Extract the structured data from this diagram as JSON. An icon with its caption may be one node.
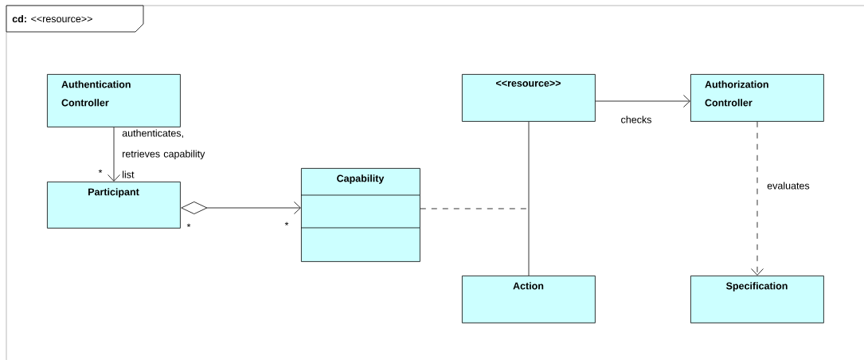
{
  "diagram": {
    "title": "**cd:** <<resource>>",
    "nodes": [
      {
        "text": [
          "Authentication Controller"
        ]
      },
      {
        "text": [
          "Participant"
        ]
      },
      {
        "text": [
          "Capability"
        ]
      },
      {
        "text": [
          "<<resource>>"
        ]
      },
      {
        "text": [
          "Authorization Controller"
        ]
      },
      {
        "text": [
          "Action"
        ]
      },
      {
        "text": [
          "Specification"
        ]
      }
    ],
    "edges": [
      {
        "from": 0,
        "to": 1,
        "arrow": "to",
        "label": "authenticates, retrieves capability list"
      },
      {
        "from": 1,
        "to": 2,
        "arrow": "to"
      },
      {
        "from": 3,
        "to": 4,
        "arrow": "to",
        "label": "checks"
      },
      {
        "from": 3,
        "to": 5,
        "arrow": "none"
      },
      {
        "from": 4,
        "to": 6,
        "arrow": "to",
        "style": "dashed",
        "label": "evaluates"
      },
      {
        "from": 2,
        "to": null,
        "arrow": "none",
        "style": "dashed"
      }
    ],
    "labels": [
      "*",
      "*",
      "*"
    ]
  }
}
